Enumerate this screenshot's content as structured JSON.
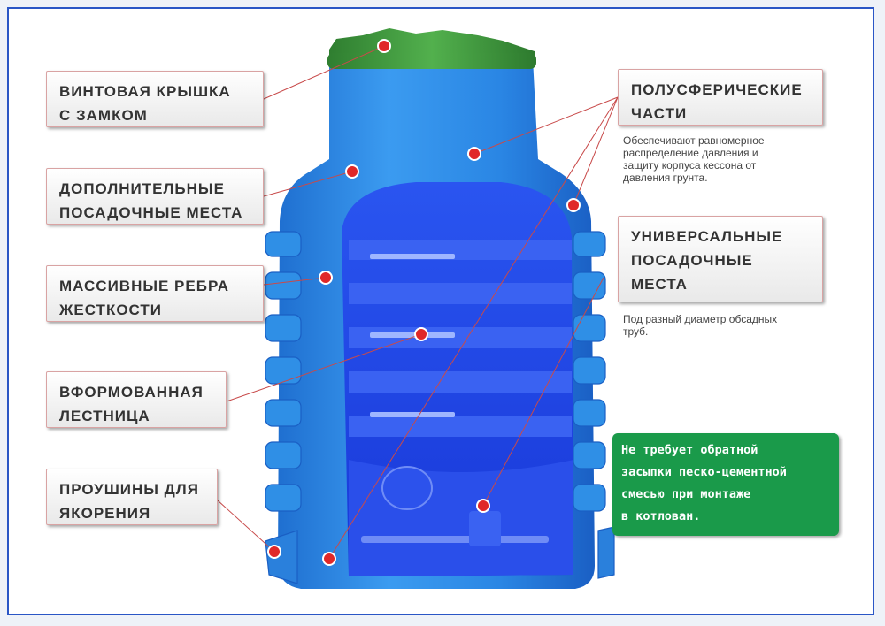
{
  "labels": {
    "screw_cap": "ВИНТОВАЯ КРЫШКА\nС ЗАМКОМ",
    "extra_seats": "ДОПОЛНИТЕЛЬНЫЕ\nПОСАДОЧНЫЕ МЕСТА",
    "ribs": "МАССИВНЫЕ РЕБРА\nЖЕСТКОСТИ",
    "ladder": "ВФОРМОВАННАЯ\nЛЕСТНИЦА",
    "anchor_lugs": "ПРОУШИНЫ ДЛЯ\nЯКОРЕНИЯ",
    "hemispherical": "ПОЛУСФЕРИЧЕСКИЕ\nЧАСТИ",
    "universal_seats": "УНИВЕРСАЛЬНЫЕ\nПОСАДОЧНЫЕ\nМЕСТА"
  },
  "notes": {
    "hemispherical": "Обеспечивают равномерное\nраспределение давления и\nзащиту корпуса кессона от\nдавления грунта.",
    "universal_seats": "Под разный диаметр обсадных\nтруб."
  },
  "callout": "Не требует обратной\nзасыпки песко-цементной\nсмесью при монтаже\nв котлован.",
  "colors": {
    "body_blue": "#2f8fe6",
    "interior_blue": "#1c47e8",
    "cap_green": "#3e9a3c",
    "marker_red": "#e02828",
    "callout_green": "#1a9a4a",
    "frame_blue": "#2a56c6"
  }
}
